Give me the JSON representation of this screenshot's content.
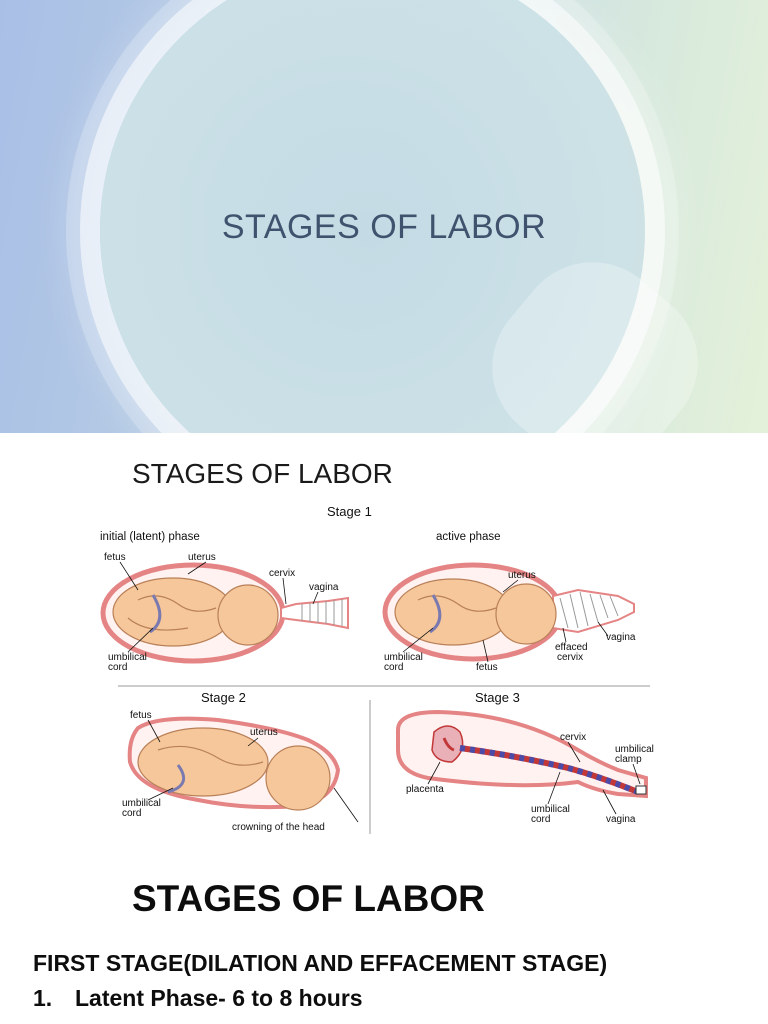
{
  "slide1": {
    "title": "STAGES OF LABOR"
  },
  "slide2": {
    "title": "STAGES OF LABOR",
    "diagram": {
      "stage1_heading": "Stage 1",
      "latent_phase": "initial (latent) phase",
      "active_phase": "active phase",
      "stage2_heading": "Stage 2",
      "stage3_heading": "Stage 3",
      "labels": {
        "fetus": "fetus",
        "uterus": "uterus",
        "cervix": "cervix",
        "vagina": "vagina",
        "umbilical": "umbilical",
        "cord": "cord",
        "effaced": "effaced",
        "placenta": "placenta",
        "umbilical_clamp_1": "umbilical",
        "umbilical_clamp_2": "clamp",
        "crowning": "crowning of the head"
      }
    }
  },
  "slide3": {
    "title": "STAGES OF LABOR",
    "first_stage": "FIRST STAGE(DILATION AND EFFACEMENT STAGE)",
    "list_number": "1.",
    "list_text": "Latent Phase- 6 to 8 hours"
  },
  "colors": {
    "fetus_skin": "#f5c79a",
    "uterus": "#e58484",
    "cord_red": "#c23838",
    "cord_blue": "#4c4ca8"
  }
}
